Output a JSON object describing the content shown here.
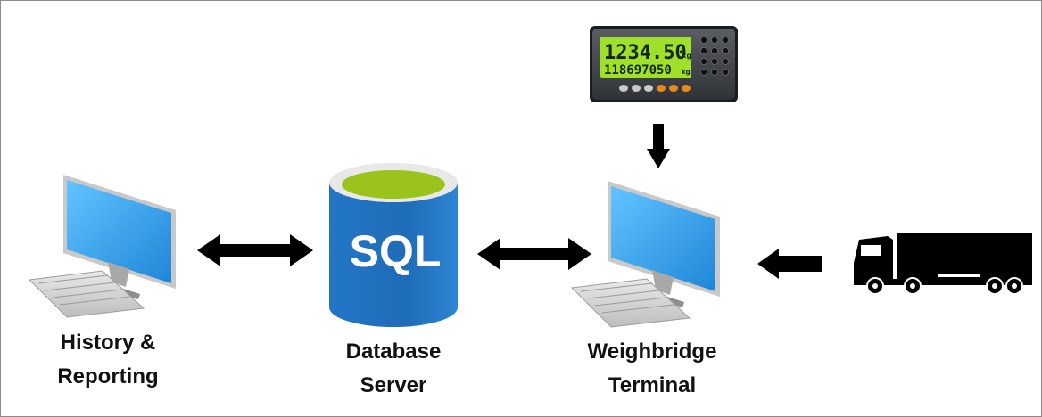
{
  "nodes": {
    "history": {
      "line1": "History &",
      "line2": "Reporting"
    },
    "database": {
      "line1": "Database",
      "line2": "Server",
      "logo_text": "SQL"
    },
    "terminal": {
      "line1": "Weighbridge",
      "line2": "Terminal"
    },
    "indicator": {
      "display_top": "1234.50",
      "display_top_unit": "kg",
      "display_bottom": "118697050",
      "display_bottom_unit": "kg"
    }
  },
  "colors": {
    "monitor_blue": "#2e9be8",
    "sql_blue": "#1e73be",
    "sql_top_green": "#9ac31c",
    "lcd_green": "#a6e62a",
    "arrow": "#000000",
    "button_orange": "#e8891c"
  }
}
